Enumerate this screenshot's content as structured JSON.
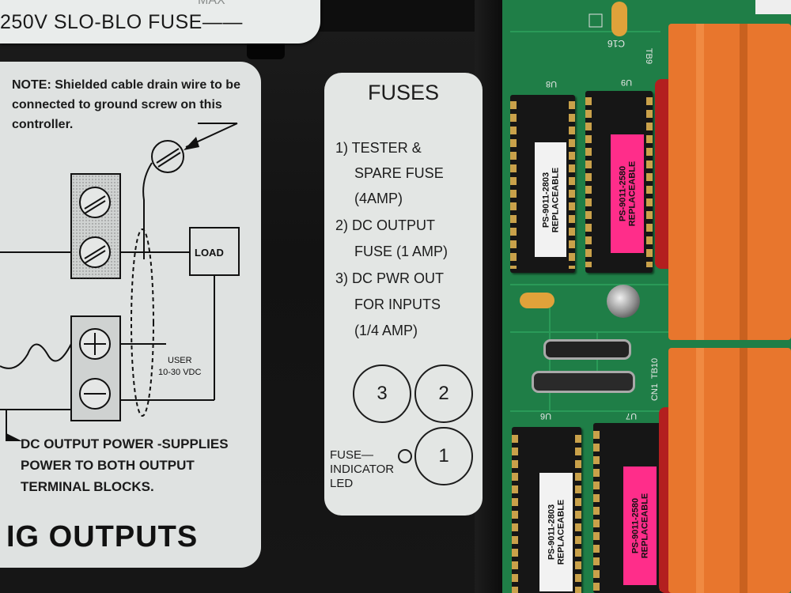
{
  "top_label": {
    "text": "250V SLO-BLO FUSE——",
    "ghost": "MAX"
  },
  "left_label": {
    "note_bold": "NOTE:",
    "note_text": "Shielded cable drain wire to be connected to ground screw on this controller.",
    "load": "LOAD",
    "user_line1": "USER",
    "user_line2": "10-30 VDC",
    "dc_text": "DC OUTPUT POWER -SUPPLIES POWER TO BOTH OUTPUT TERMINAL BLOCKS.",
    "big_text": "IG OUTPUTS"
  },
  "fuse_label": {
    "title": "FUSES",
    "lines": [
      "1) TESTER &",
      "SPARE FUSE",
      "(4AMP)",
      "2) DC OUTPUT",
      "FUSE (1 AMP)",
      "3) DC PWR OUT",
      "FOR INPUTS",
      "(1/4 AMP)"
    ],
    "circle_3": "3",
    "circle_2": "2",
    "circle_1": "1",
    "indicator_line1": "FUSE—",
    "indicator_line2": "INDICATOR",
    "indicator_line3": "LED"
  },
  "pcb": {
    "chips": [
      {
        "line1": "PS-9011-2803",
        "line2": "REPLACEABLE"
      },
      {
        "line1": "PS-9011-2580",
        "line2": "REPLACEABLE"
      },
      {
        "line1": "PS-9011-2803",
        "line2": "REPLACEABLE"
      },
      {
        "line1": "PS-9011-2580",
        "line2": "REPLACEABLE"
      }
    ],
    "silkscreen": [
      "U8",
      "U9",
      "TB9",
      "TB10",
      "U6",
      "U7",
      "CN1",
      "C16"
    ],
    "colors": {
      "white_sticker": "#f2f2f2",
      "pink_sticker": "#ff2d8a",
      "board": "#1f7e47",
      "connector": "#e8762d"
    }
  }
}
